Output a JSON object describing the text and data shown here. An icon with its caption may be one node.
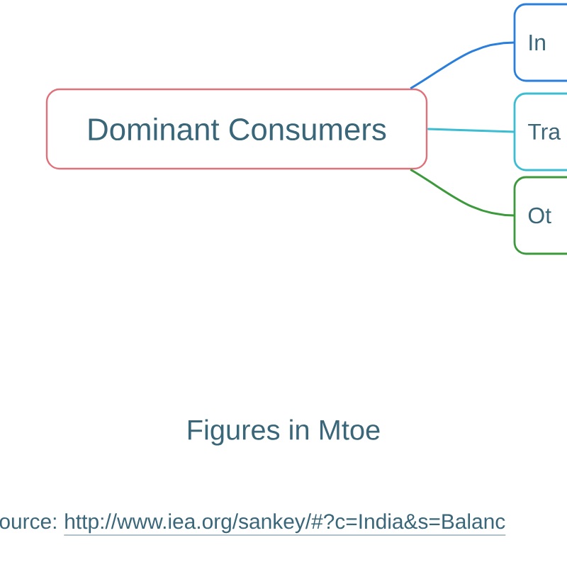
{
  "diagram": {
    "nodes": [
      {
        "text": [
          "Dominant Consumers"
        ]
      },
      {
        "text": [
          "In"
        ]
      },
      {
        "text": [
          "Tra"
        ]
      },
      {
        "text": [
          "Ot"
        ]
      }
    ],
    "edges": [
      {
        "from": 0,
        "to": 1,
        "arrow": "none",
        "color": "#2a7fdc"
      },
      {
        "from": 0,
        "to": 2,
        "arrow": "none",
        "color": "#3cbdd2"
      },
      {
        "from": 0,
        "to": 3,
        "arrow": "none",
        "color": "#3c9a3c"
      }
    ],
    "labels": [
      "Figures in Mtoe",
      "ource:",
      "http://www.iea.org/sankey/#?c=India&s=Balanc"
    ]
  }
}
